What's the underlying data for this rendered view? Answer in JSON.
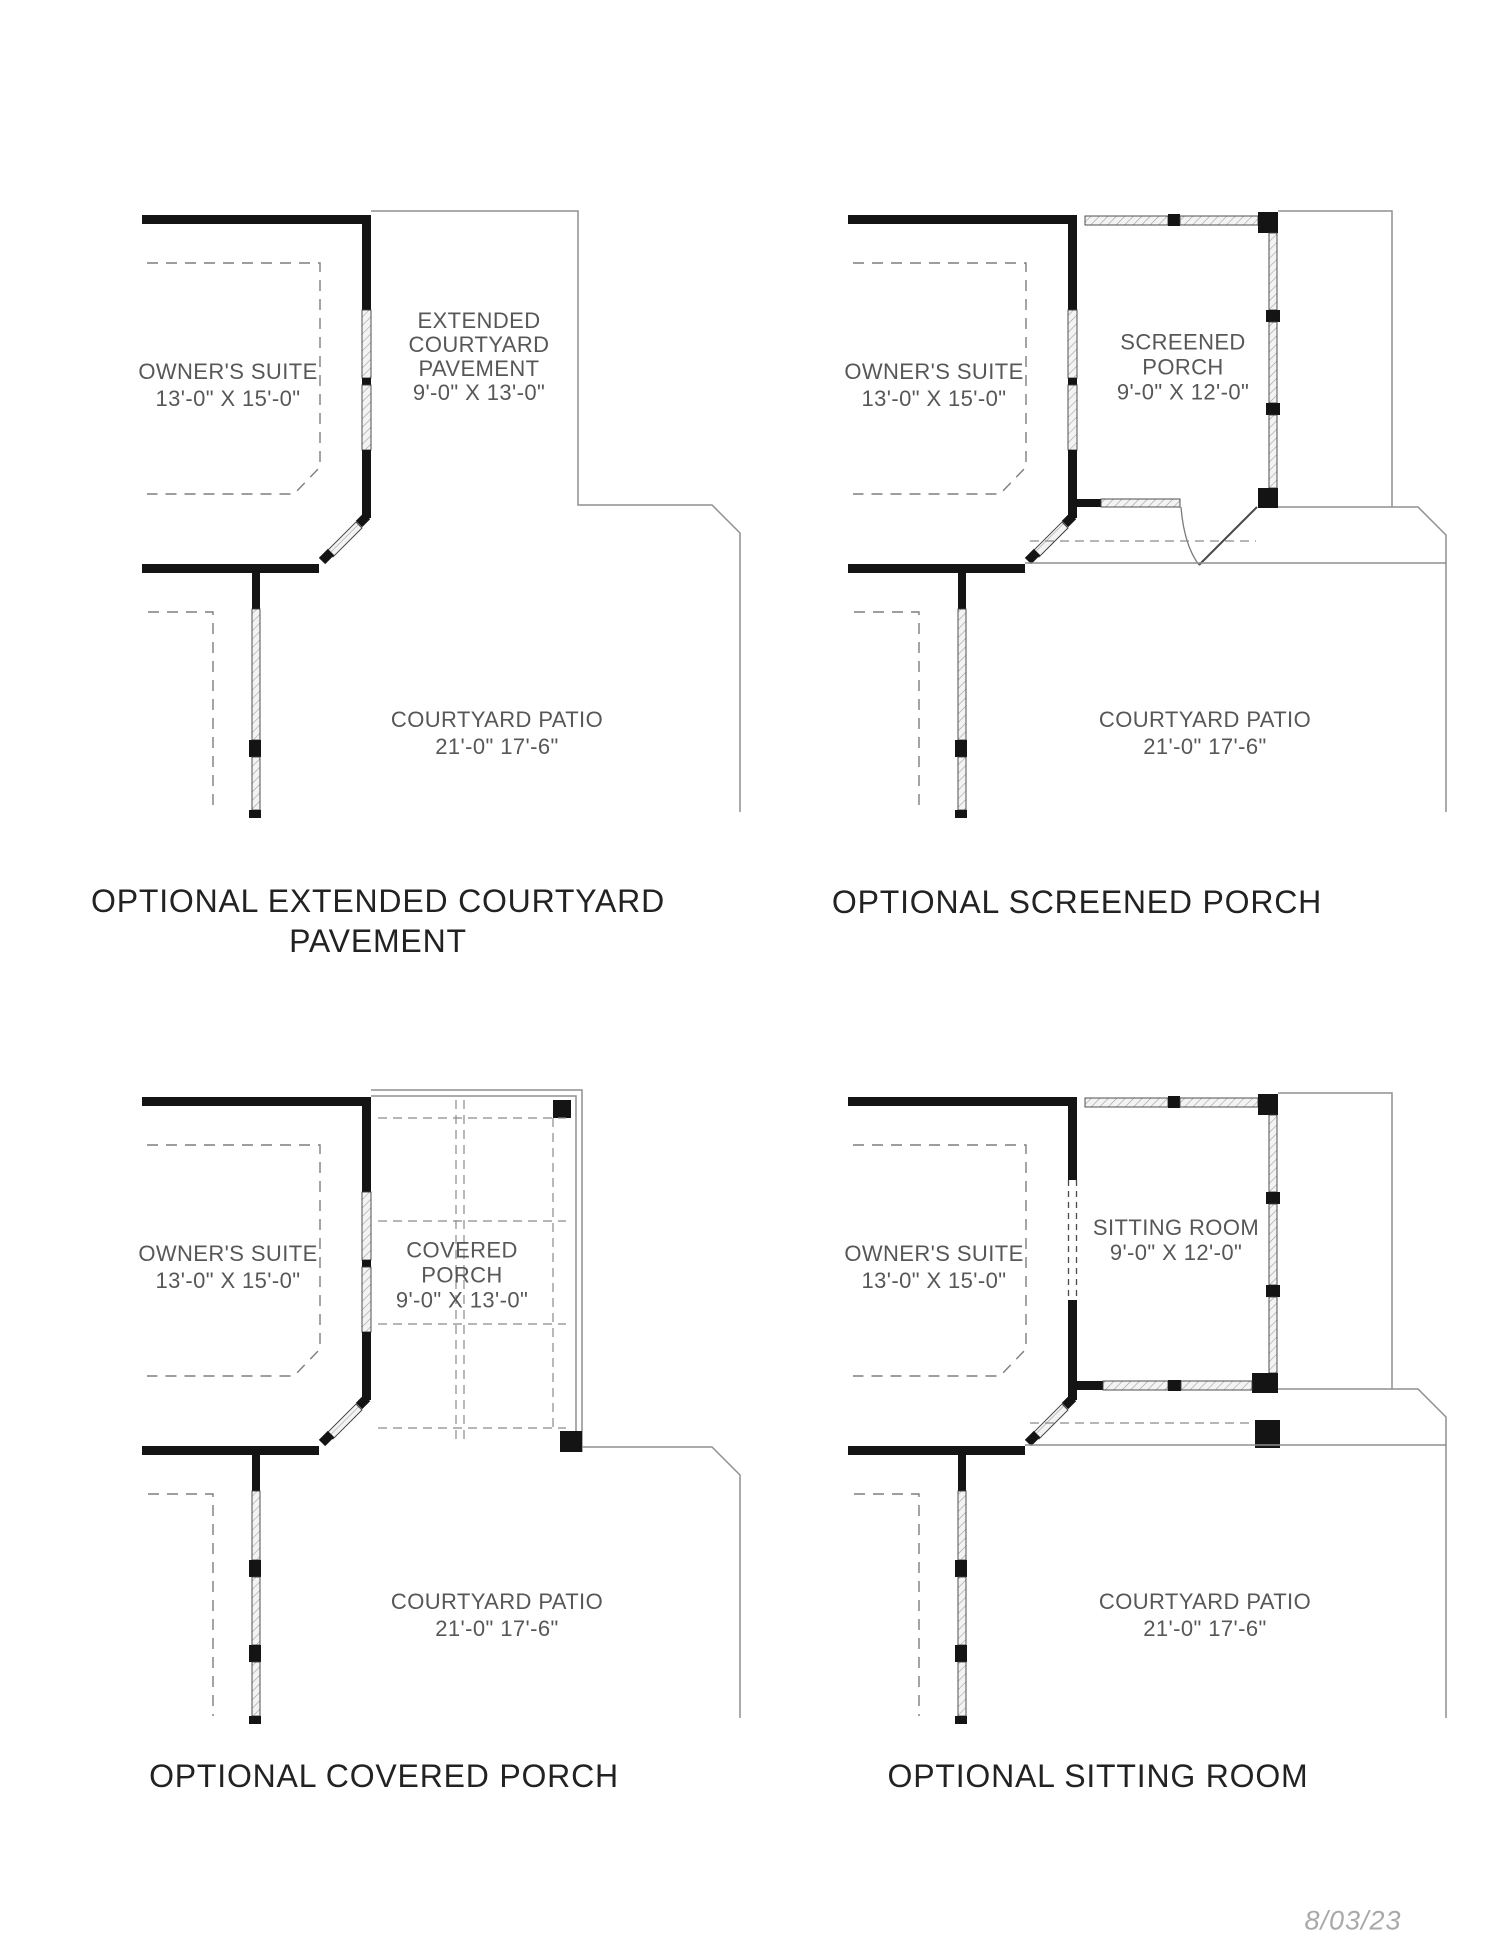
{
  "date_stamp": "8/03/23",
  "labels": {
    "owner_suite": "OWNER'S SUITE",
    "owner_suite_dims": "13'-0\" X 15'-0\"",
    "courtyard_patio": "COURTYARD PATIO",
    "courtyard_patio_dims": "21'-0\" 17'-6\""
  },
  "plans": {
    "extended_courtyard": {
      "caption_line1": "OPTIONAL EXTENDED COURTYARD",
      "caption_line2": "PAVEMENT",
      "feature_line1": "EXTENDED",
      "feature_line2": "COURTYARD",
      "feature_line3": "PAVEMENT",
      "feature_dims": "9'-0\" X 13'-0\""
    },
    "screened_porch": {
      "caption": "OPTIONAL SCREENED PORCH",
      "feature_line1": "SCREENED",
      "feature_line2": "PORCH",
      "feature_dims": "9'-0\" X 12'-0\""
    },
    "covered_porch": {
      "caption": "OPTIONAL COVERED PORCH",
      "feature_line1": "COVERED",
      "feature_line2": "PORCH",
      "feature_dims": "9'-0\" X 13'-0\""
    },
    "sitting_room": {
      "caption": "OPTIONAL SITTING ROOM",
      "feature_line1": "SITTING ROOM",
      "feature_dims": "9'-0\" X 12'-0\""
    }
  }
}
